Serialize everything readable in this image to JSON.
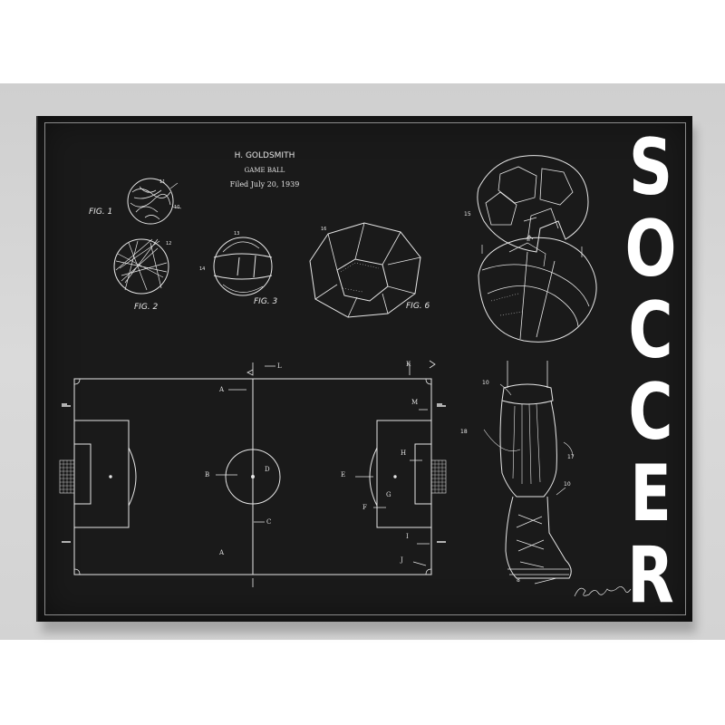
{
  "header": {
    "inventor": "H. GOLDSMITH",
    "subject": "GAME BALL",
    "filed": "Filed July 20, 1939"
  },
  "figures": [
    "FIG. 1",
    "FIG. 2",
    "FIG. 3",
    "FIG. 6"
  ],
  "field_labels": [
    "A",
    "B",
    "C",
    "D",
    "E",
    "F",
    "G",
    "H",
    "I",
    "J",
    "K",
    "L",
    "M"
  ],
  "ref_numbers": [
    "11",
    "10",
    "12",
    "13",
    "14",
    "16",
    "15",
    "10",
    "18",
    "17",
    "10",
    "8"
  ],
  "title_letters": [
    "S",
    "O",
    "C",
    "C",
    "E",
    "R"
  ],
  "colors": {
    "canvas": "#1a1a1a",
    "ink": "#e8e8e8",
    "wall": "#d3d3d3"
  }
}
